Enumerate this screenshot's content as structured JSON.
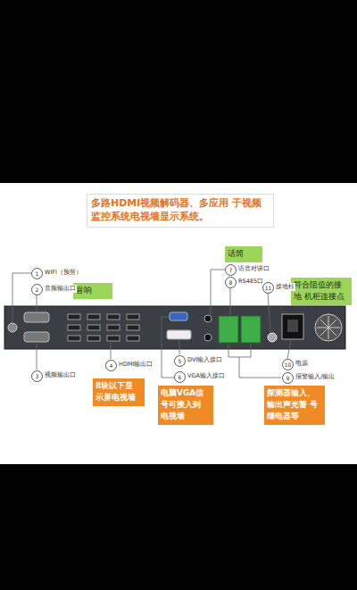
{
  "diagram": {
    "title": "多路HDMI视频解码器、多应用 于视频监控系统电视墙显示系统。",
    "nodes": [
      {
        "text": [
          "话筒"
        ]
      },
      {
        "text": [
          "音响"
        ]
      },
      {
        "text": [
          "符合阻值的接地 机柜连接点"
        ]
      },
      {
        "text": [
          "8块以下显 示屏电视墙"
        ]
      },
      {
        "text": [
          "电脑VGA信 号可接入到 电视墙"
        ]
      },
      {
        "text": [
          "探测器输入、 输出声光警 号 继电器等"
        ]
      }
    ],
    "labels": [
      "1",
      "WIFI（预留）",
      "2",
      "音频输出口",
      "7",
      "语音对讲口",
      "8",
      "RS485口",
      "11",
      "接地柱",
      "3",
      "视频输出口",
      "4",
      "HDMI输出口",
      "5",
      "DVI输入接口",
      "6",
      "VGA输入接口",
      "10",
      "电源",
      "9",
      "报警输入/输出"
    ]
  }
}
